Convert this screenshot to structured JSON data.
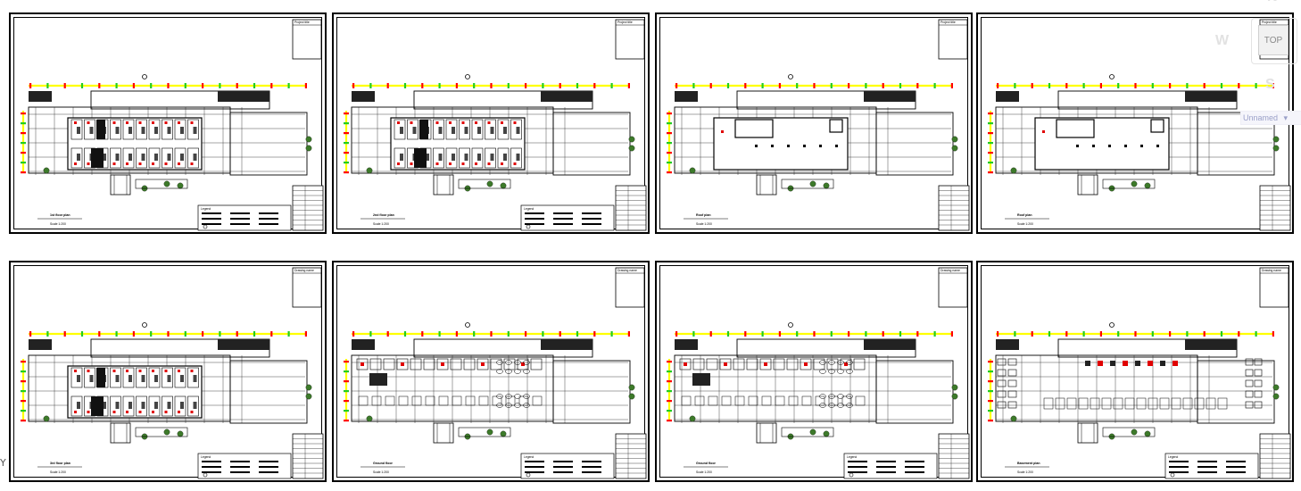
{
  "sheets": [
    {
      "id": "sheet-1",
      "variant": "rooms",
      "title_block_label": "Project title",
      "caption": "1st floor plan",
      "scale": "Scale 1:200",
      "legend": "Legend"
    },
    {
      "id": "sheet-2",
      "variant": "rooms",
      "title_block_label": "Project title",
      "caption": "2nd floor plan",
      "scale": "Scale 1:200",
      "legend": "Legend"
    },
    {
      "id": "sheet-3",
      "variant": "roof",
      "title_block_label": "Project title",
      "caption": "Roof plan",
      "scale": "Scale 1:200",
      "legend": ""
    },
    {
      "id": "sheet-4",
      "variant": "roof",
      "title_block_label": "Project title",
      "caption": "Roof plan",
      "scale": "Scale 1:200",
      "legend": ""
    },
    {
      "id": "sheet-5",
      "variant": "rooms",
      "title_block_label": "Drawing name",
      "caption": "3rd floor plan",
      "scale": "Scale 1:200",
      "legend": "Legend"
    },
    {
      "id": "sheet-6",
      "variant": "ground",
      "title_block_label": "Drawing name",
      "caption": "Ground floor",
      "scale": "Scale 1:200",
      "legend": "Legend"
    },
    {
      "id": "sheet-7",
      "variant": "ground",
      "title_block_label": "Drawing name",
      "caption": "Ground floor",
      "scale": "Scale 1:200",
      "legend": "Legend"
    },
    {
      "id": "sheet-8",
      "variant": "basement",
      "title_block_label": "Drawing name",
      "caption": "Basement plan",
      "scale": "Scale 1:200",
      "legend": "Legend"
    }
  ],
  "viewcube": {
    "north": "N",
    "west": "W",
    "south": "S",
    "top_face": "TOP",
    "wcs_menu": "Unnamed",
    "wcs_menu_arrow": "▾"
  },
  "ucs_icon": "Y",
  "colors": {
    "wall": "#000000",
    "grid_yellow": "#ffff00",
    "grid_red": "#ff0000",
    "grid_green": "#22cc22",
    "tree": "#3d7a2a",
    "accent_red": "#e00000"
  }
}
